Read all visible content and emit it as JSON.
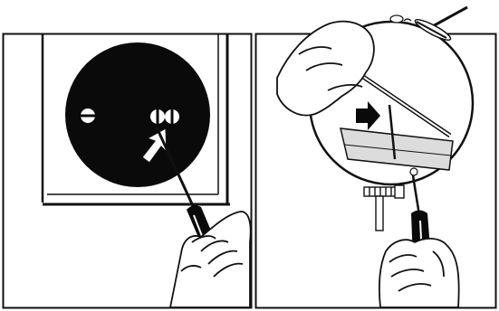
{
  "figure": {
    "panels": [
      {
        "id": "left",
        "subject": "round-cover-with-screws"
      },
      {
        "id": "right",
        "subject": "hand-lifting-cover-and-tightening-screw"
      }
    ]
  },
  "colors": {
    "background": "#ffffff",
    "ink": "#111111",
    "fill_black": "#0a0a0a",
    "screw_white": "#ffffff",
    "light_gray": "#dcdcdc"
  }
}
